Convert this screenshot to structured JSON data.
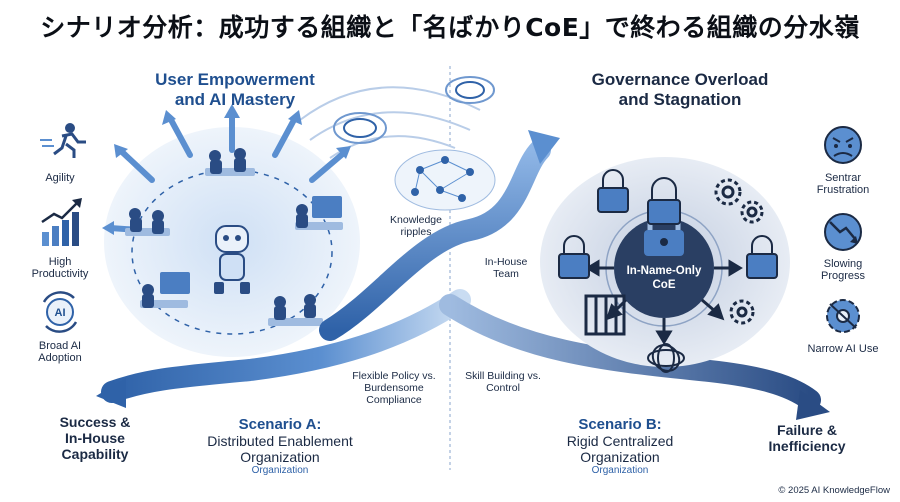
{
  "title": "シナリオ分析：成功する組織と「名ばかりCoE」で終わる組織の分水嶺",
  "left_heading": [
    "User Empowerment",
    "and AI Mastery"
  ],
  "right_heading": [
    "Governance Overload",
    "and Stagnation"
  ],
  "left_benefits": [
    {
      "label": "Agility",
      "icon": "running-person-icon"
    },
    {
      "label": "High Productivity",
      "icon": "growth-chart-icon"
    },
    {
      "label": "Broad AI Adoption",
      "icon": "ai-cycle-icon"
    }
  ],
  "right_problems": [
    {
      "label": "Sentrar Frustration",
      "icon": "frustrated-face-icon"
    },
    {
      "label": "Slowing Progress",
      "icon": "downtrend-icon"
    },
    {
      "label": "Narrow AI Use",
      "icon": "broken-gear-icon"
    }
  ],
  "annotations": {
    "knowledge_ripples": "Knowledge ripples",
    "in_house_team": "In-House Team",
    "flexible_policy": "Flexible Policy vs. Burdensome Compliance",
    "skill_building": "Skill Building vs. Control"
  },
  "coe": "In-Name-Only CoE",
  "scenario_a": {
    "title": "Scenario A:",
    "line1": "Distributed Enablement",
    "line2": "Organization",
    "sub": "Organization"
  },
  "scenario_b": {
    "title": "Scenario B:",
    "line1": "Rigid Centralized",
    "line2": "Organization",
    "sub": "Organization"
  },
  "outcome_left": [
    "Success &",
    "In-House",
    "Capability"
  ],
  "outcome_right": [
    "Failure &",
    "Inefficiency"
  ],
  "copyright": "© 2025 AI KnowledgeFlow",
  "colors": {
    "primary_blue": "#2f62a8",
    "dark_navy": "#1b2a44",
    "light_blue": "#dbe7f6"
  }
}
